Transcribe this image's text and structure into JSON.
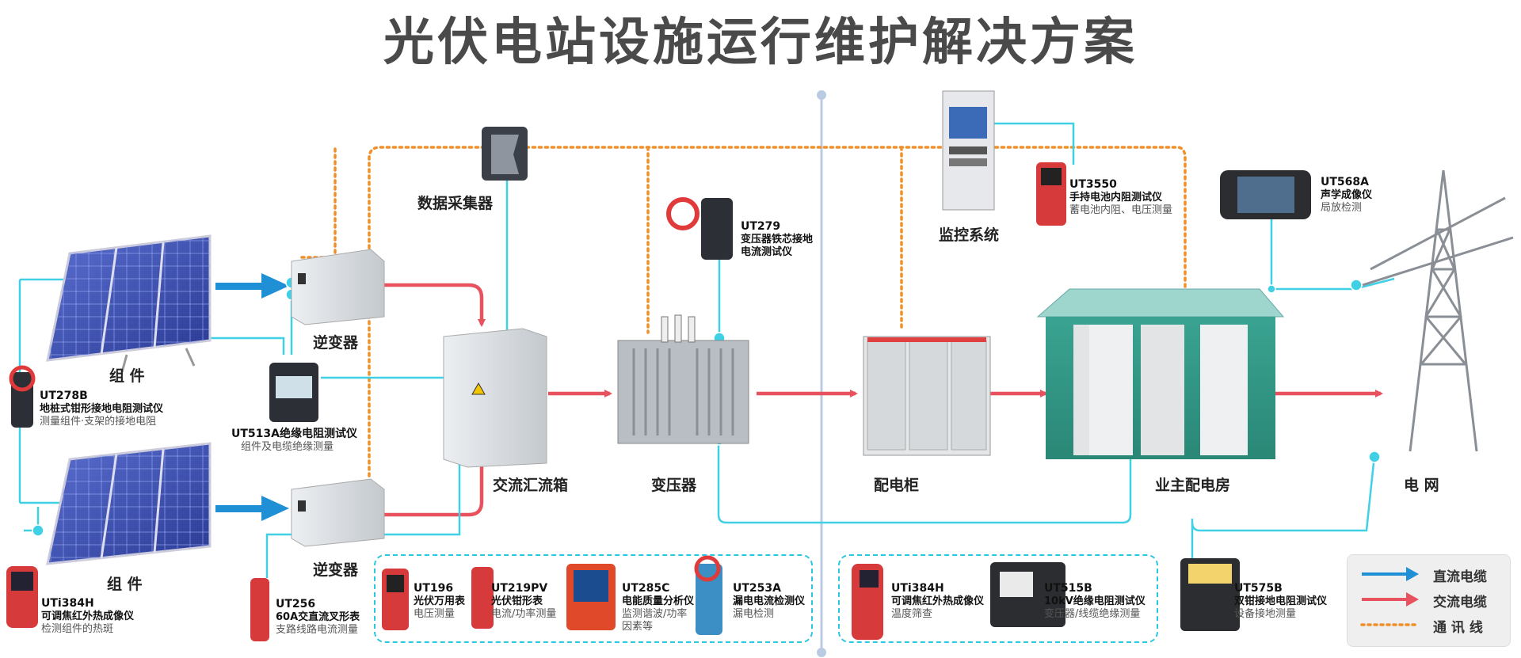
{
  "title": "光伏电站设施运行维护解决方案",
  "labels": {
    "module_top": "组 件",
    "module_bottom": "组 件",
    "inverter_top": "逆变器",
    "inverter_bottom": "逆变器",
    "data_collector": "数据采集器",
    "combiner_box": "交流汇流箱",
    "transformer": "变压器",
    "monitor_system": "监控系统",
    "distribution_cabinet": "配电柜",
    "owner_substation": "业主配电房",
    "grid": "电 网"
  },
  "instruments": {
    "ut278b": {
      "model": "UT278B",
      "name": "地桩式钳形接地电阻测试仪",
      "desc": "测量组件·支架的接地电阻"
    },
    "ut513a": {
      "model": "UT513A绝缘电阻测试仪",
      "desc": "组件及电缆绝缘测量"
    },
    "uti384h_left": {
      "model": "UTi384H",
      "name": "可调焦红外热成像仪",
      "desc": "检测组件的热斑"
    },
    "ut256": {
      "model": "UT256",
      "name": "60A交直流叉形表",
      "desc": "支路线路电流测量"
    },
    "ut196": {
      "model": "UT196",
      "name": "光伏万用表",
      "desc": "电压测量"
    },
    "ut219pv": {
      "model": "UT219PV",
      "name": "光伏钳形表",
      "desc": "电流/功率测量"
    },
    "ut285c": {
      "model": "UT285C",
      "name": "电能质量分析仪",
      "desc1": "监测谐波/功率",
      "desc2": "因素等"
    },
    "ut253a": {
      "model": "UT253A",
      "name": "漏电电流检测仪",
      "desc": "漏电检测"
    },
    "ut279": {
      "model": "UT279",
      "name1": "变压器铁芯接地",
      "name2": "电流测试仪"
    },
    "uti384h_right": {
      "model": "UTi384H",
      "name": "可调焦红外热成像仪",
      "desc": "温度筛查"
    },
    "ut515b": {
      "model": "UT515B",
      "name": "10kV绝缘电阻测试仪",
      "desc": "变压器/线缆绝缘测量"
    },
    "ut3550": {
      "model": "UT3550",
      "name": "手持电池内阻测试仪",
      "desc": "蓄电池内阻、电压测量"
    },
    "ut568a": {
      "model": "UT568A",
      "name": "声学成像仪",
      "desc": "局放检测"
    },
    "ut575b": {
      "model": "UT575B",
      "name": "双钳接地电阻测试仪",
      "desc": "设备接地测量"
    }
  },
  "legend": {
    "dc": "直流电缆",
    "ac": "交流电缆",
    "comm": "通 讯 线"
  },
  "colors": {
    "dc_cable": "#1f8fd6",
    "ac_cable": "#e8525e",
    "comm_line": "#f0902a",
    "tester_link": "#3fd0e6",
    "divider": "#b9cbe3",
    "title": "#4a4a4a"
  }
}
